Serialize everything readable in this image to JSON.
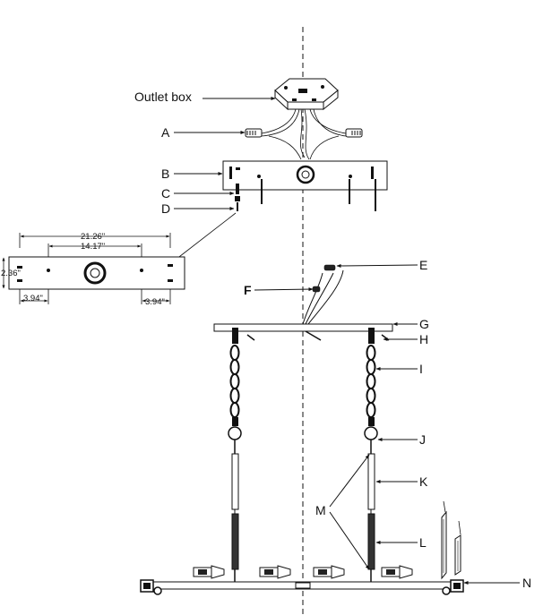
{
  "labels": {
    "outlet_box": "Outlet box",
    "A": "A",
    "B": "B",
    "C": "C",
    "D": "D",
    "E": "E",
    "F": "F",
    "G": "G",
    "H": "H",
    "I": "I",
    "J": "J",
    "K": "K",
    "L": "L",
    "M": "M",
    "N": "N"
  },
  "dimensions": {
    "overall_length": "21.26\"",
    "hole_spacing": "14.17\"",
    "plate_depth": "2.36\"",
    "left_offset": "3.94\"",
    "right_offset": "3.94\""
  },
  "colors": {
    "line": "#111111",
    "background": "#ffffff"
  }
}
